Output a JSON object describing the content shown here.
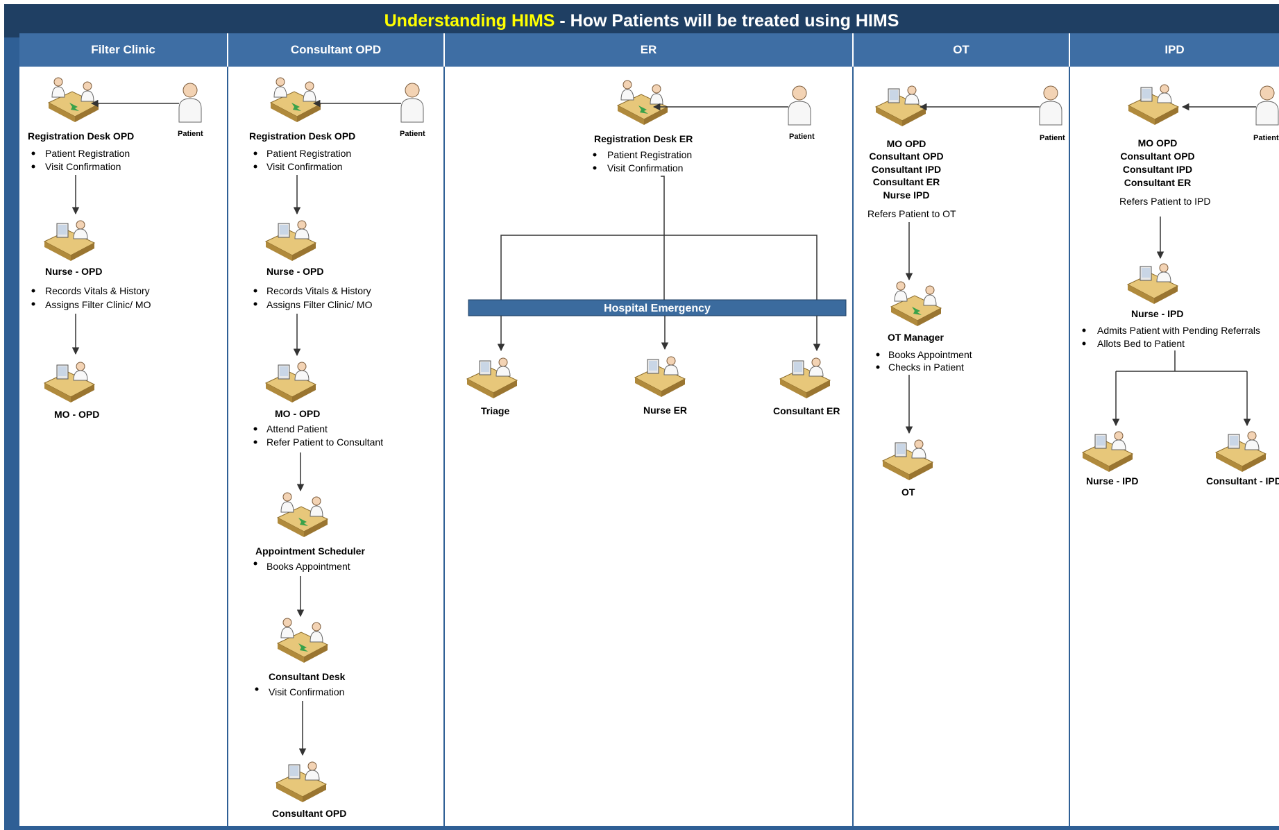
{
  "title": {
    "highlight": "Understanding HIMS",
    "rest": " - How Patients will be treated using HIMS"
  },
  "colors": {
    "title_bg": "#1f3f63",
    "lane_header": "#3e6ea4",
    "frame": "#2f5f95",
    "highlight": "#ffff00"
  },
  "lanes": [
    {
      "label": "Filter Clinic"
    },
    {
      "label": "Consultant OPD"
    },
    {
      "label": "ER"
    },
    {
      "label": "OT"
    },
    {
      "label": "IPD"
    }
  ],
  "patient_label": "Patient",
  "filter_clinic": {
    "registration": "Registration Desk OPD",
    "registration_items": [
      "Patient Registration",
      "Visit Confirmation"
    ],
    "nurse": "Nurse - OPD",
    "nurse_items": [
      "Records Vitals & History",
      "Assigns Filter Clinic/ MO"
    ],
    "mo": "MO - OPD"
  },
  "consultant_opd": {
    "registration": "Registration Desk OPD",
    "registration_items": [
      "Patient Registration",
      "Visit Confirmation"
    ],
    "nurse": "Nurse - OPD",
    "nurse_items": [
      "Records Vitals & History",
      "Assigns Filter Clinic/ MO"
    ],
    "mo": "MO - OPD",
    "mo_items": [
      "Attend Patient",
      "Refer Patient to Consultant"
    ],
    "scheduler": "Appointment Scheduler",
    "scheduler_items": [
      "Books Appointment"
    ],
    "desk": "Consultant Desk",
    "desk_items": [
      "Visit Confirmation"
    ],
    "final": "Consultant OPD"
  },
  "er": {
    "registration": "Registration Desk ER",
    "registration_items": [
      "Patient Registration",
      "Visit Confirmation"
    ],
    "banner": "Hospital Emergency",
    "triage": "Triage",
    "nurse": "Nurse ER",
    "consultant": "Consultant ER"
  },
  "ot": {
    "referrers": [
      "MO OPD",
      "Consultant OPD",
      "Consultant IPD",
      "Consultant ER",
      "Nurse IPD"
    ],
    "refers": "Refers Patient to OT",
    "manager": "OT Manager",
    "manager_items": [
      "Books Appointment",
      "Checks in Patient"
    ],
    "final": "OT"
  },
  "ipd": {
    "referrers": [
      "MO OPD",
      "Consultant OPD",
      "Consultant IPD",
      "Consultant ER"
    ],
    "refers": "Refers Patient to IPD",
    "nurse": "Nurse - IPD",
    "nurse_items": [
      "Admits Patient with Pending Referrals",
      "Allots Bed to Patient"
    ],
    "nurse_final": "Nurse - IPD",
    "consultant_final": "Consultant - IPD"
  }
}
